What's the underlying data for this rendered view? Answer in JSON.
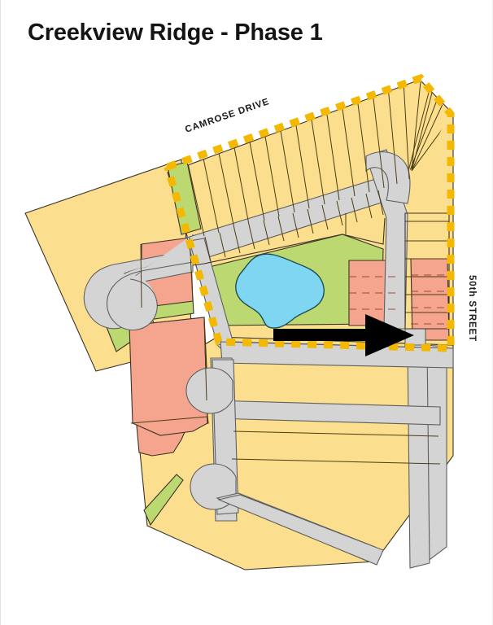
{
  "page": {
    "title": "Creekview Ridge - Phase 1",
    "background_color": "#ffffff"
  },
  "map": {
    "name": "subdivision-plat-map",
    "labels": {
      "camrose_drive": "CAMROSE DRIVE",
      "fiftieth_street": "50th STREET"
    },
    "legend_colors": {
      "residential_lot_yellow": "#FBDF8E",
      "multifamily_salmon": "#F5A48E",
      "open_space_green": "#BCD870",
      "stormwater_pond_blue": "#7FD6F2",
      "road_gray": "#D4D4D4",
      "phase_boundary_gold": "#F5B800",
      "direction_arrow_black": "#000000",
      "lot_line": "#4a3d14",
      "parcel_outline": "#3b3228"
    },
    "annotations": {
      "phase_boundary": "dashed gold phase 1 boundary",
      "access_arrow": "black arrow pointing east toward 50th Street"
    }
  }
}
